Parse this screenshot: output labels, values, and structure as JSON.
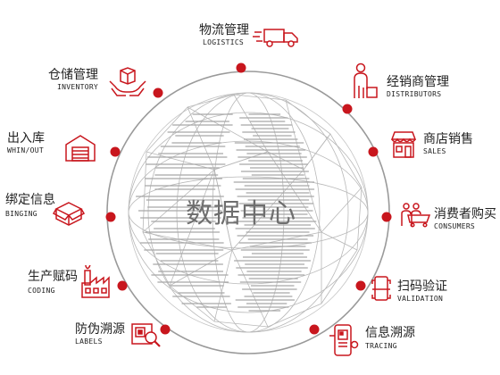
{
  "center": {
    "label": "数据中心"
  },
  "colors": {
    "accent": "#c8161d",
    "ring": "#9a9a9a",
    "globe": "#b5b5b5"
  },
  "items": [
    {
      "key": "logistics",
      "cn": "物流管理",
      "en": "LOGISTICS",
      "icon": "truck-icon"
    },
    {
      "key": "distributors",
      "cn": "经销商管理",
      "en": "DISTRIBUTORS",
      "icon": "dealer-icon"
    },
    {
      "key": "sales",
      "cn": "商店销售",
      "en": "SALES",
      "icon": "store-icon"
    },
    {
      "key": "consumers",
      "cn": "消费者购买",
      "en": "CONSUMERS",
      "icon": "shopping-cart-icon"
    },
    {
      "key": "validation",
      "cn": "扫码验证",
      "en": "VALIDATION",
      "icon": "scan-phone-icon"
    },
    {
      "key": "tracing",
      "cn": "信息溯源",
      "en": "TRACING",
      "icon": "trace-phone-icon"
    },
    {
      "key": "labels",
      "cn": "防伪溯源",
      "en": "LABELS",
      "icon": "label-magnifier-icon"
    },
    {
      "key": "coding",
      "cn": "生产赋码",
      "en": "CODING",
      "icon": "factory-icon"
    },
    {
      "key": "binging",
      "cn": "绑定信息",
      "en": "BINGING",
      "icon": "box-binding-icon"
    },
    {
      "key": "whinout",
      "cn": "出入库",
      "en": "WHIN/OUT",
      "icon": "warehouse-icon"
    },
    {
      "key": "inventory",
      "cn": "仓储管理",
      "en": "INVENTORY",
      "icon": "hands-box-icon"
    }
  ]
}
